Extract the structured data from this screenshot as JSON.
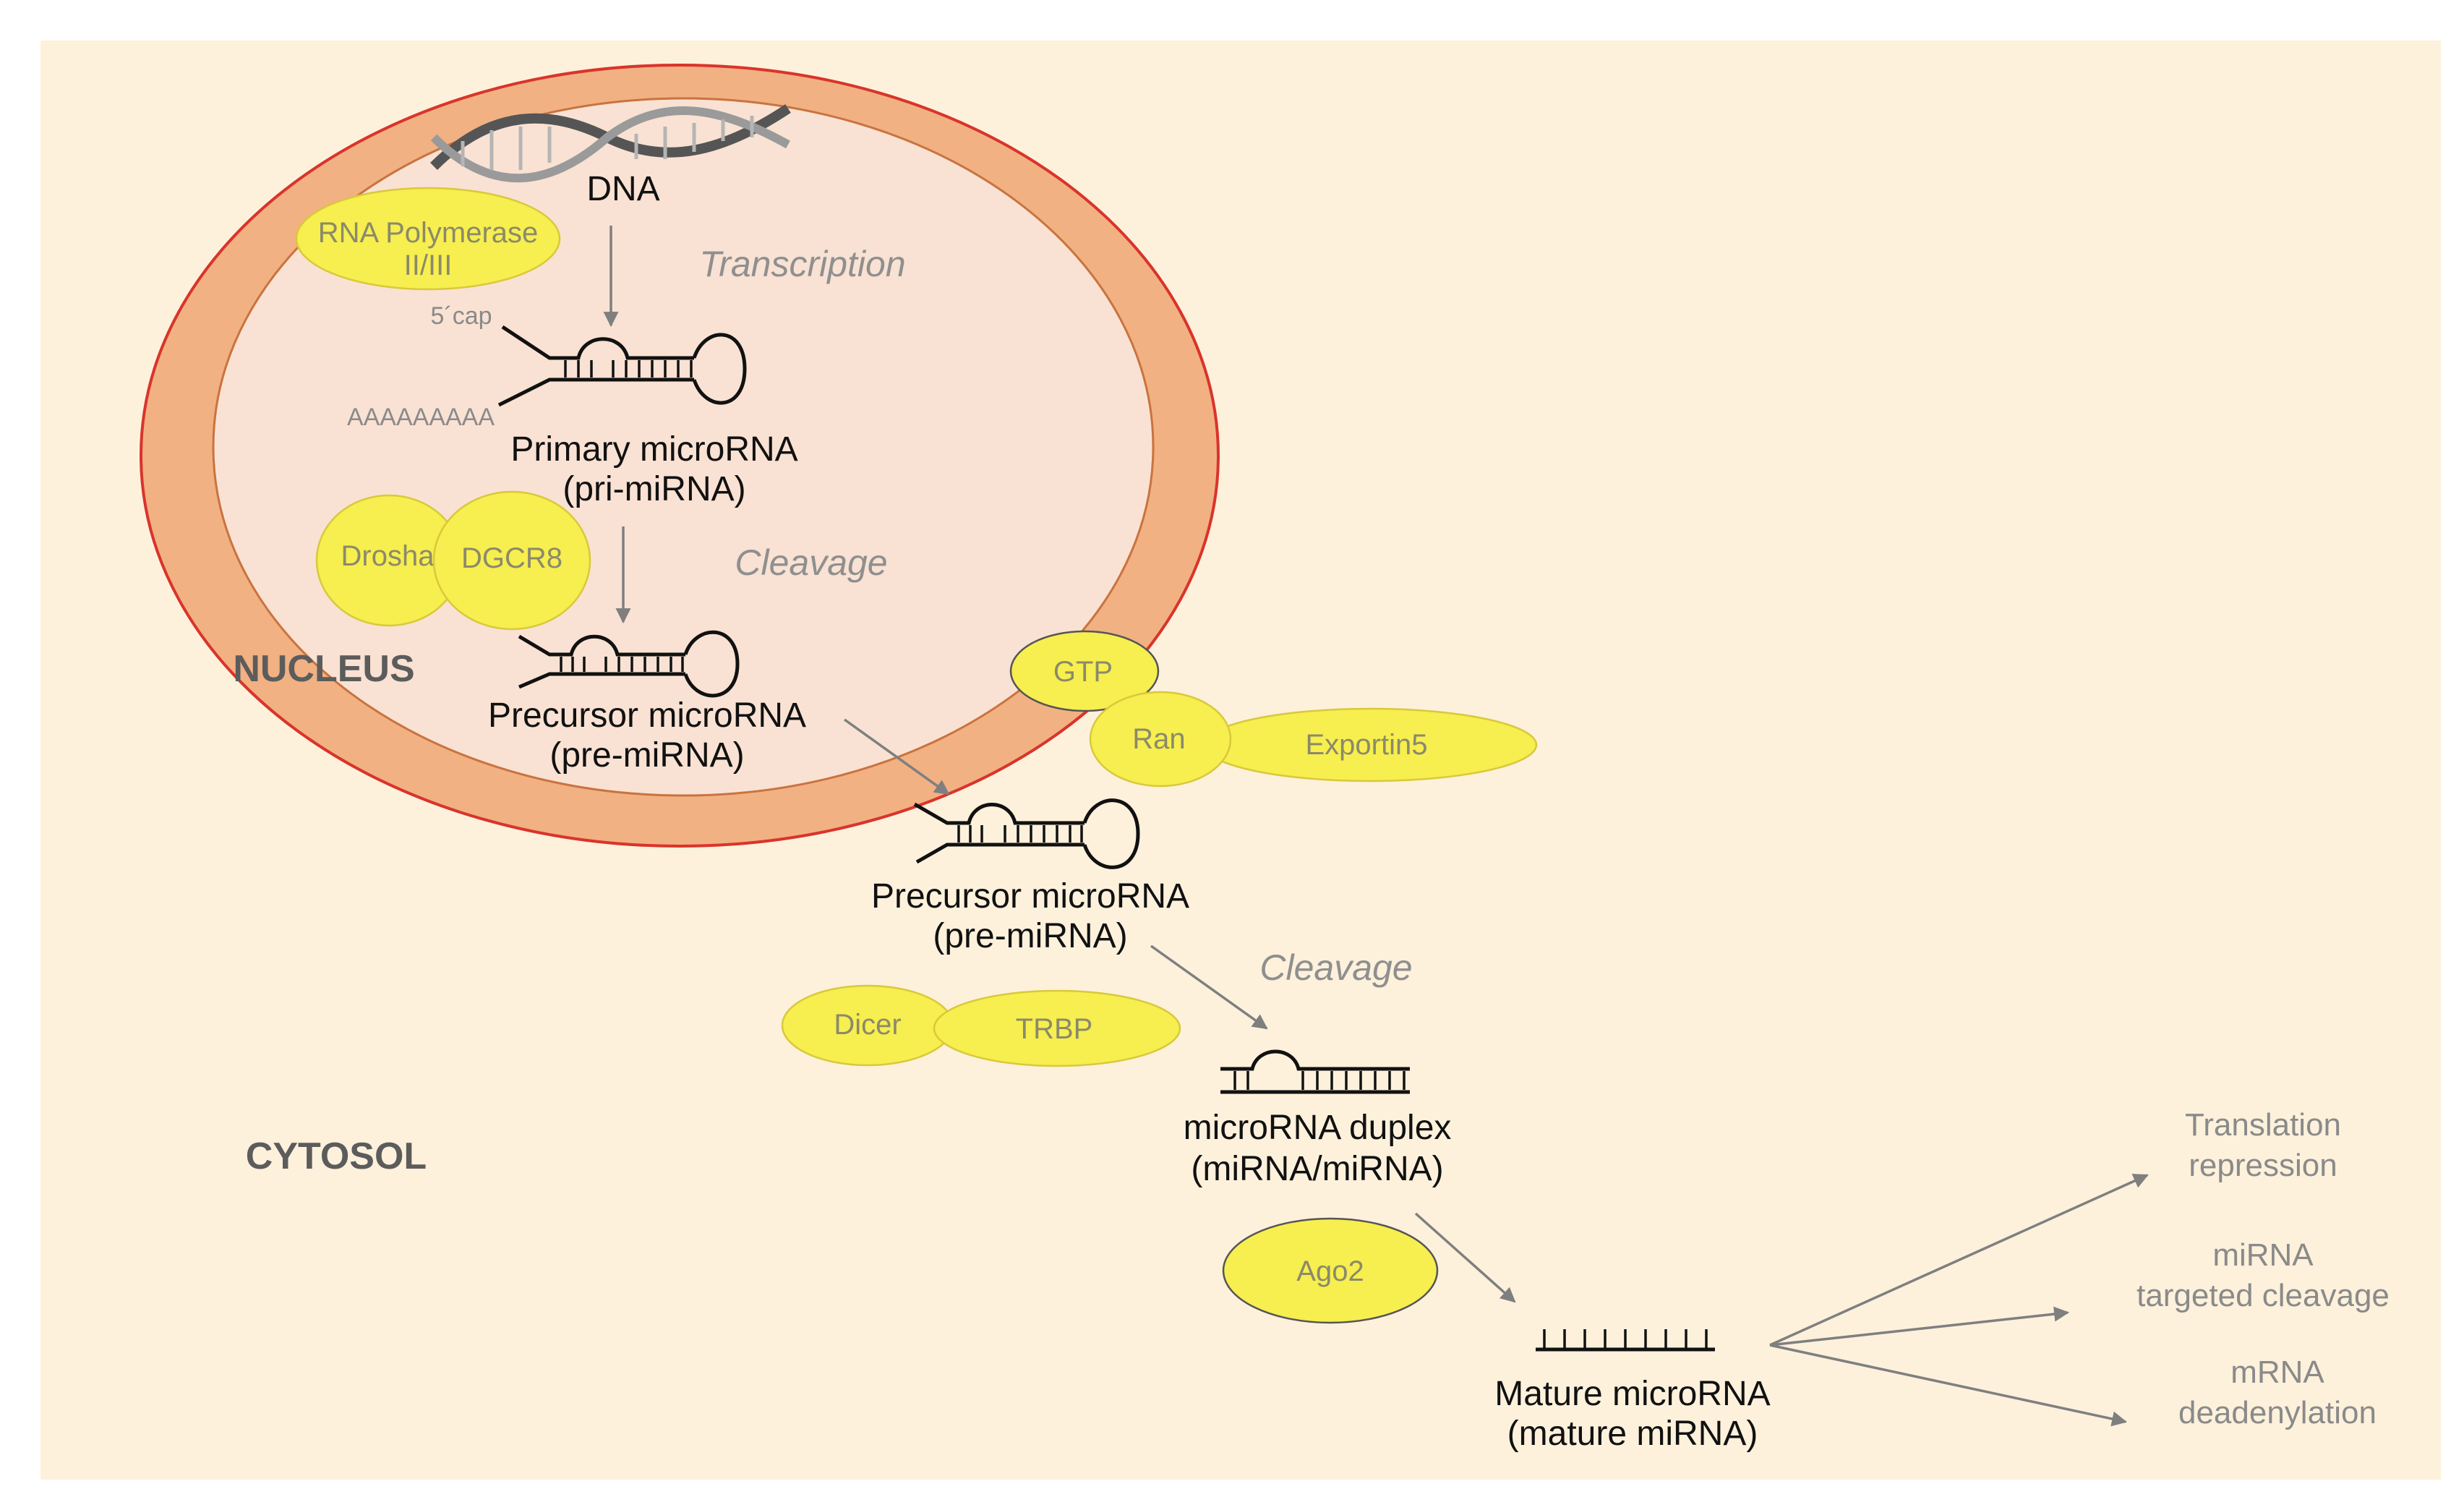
{
  "colors": {
    "cytosol_bg": "#fdf1dc",
    "nuclear_envelope": "#f1b183",
    "envelope_outline": "#d9342b",
    "nucleoplasm": "#f9e2d3",
    "enzyme_fill": "#f7ee4f",
    "arrow": "#7f7f7f"
  },
  "regions": {
    "nucleus": "NUCLEUS",
    "cytosol": "CYTOSOL"
  },
  "nucleus": {
    "dna": "DNA",
    "rna_pol_line1": "RNA Polymerase",
    "rna_pol_line2": "II/III",
    "transcription": "Transcription",
    "cap": "5´cap",
    "polya": "AAAAAAAAA",
    "pri_line1": "Primary microRNA",
    "pri_line2": "(pri-miRNA)",
    "drosha": "Drosha",
    "dgcr8": "DGCR8",
    "cleavage": "Cleavage",
    "pre_line1": "Precursor microRNA",
    "pre_line2": "(pre-miRNA)"
  },
  "export": {
    "gtp": "GTP",
    "ran": "Ran",
    "exportin5": "Exportin5"
  },
  "cytosol": {
    "pre_line1": "Precursor microRNA",
    "pre_line2": "(pre-miRNA)",
    "cleavage": "Cleavage",
    "dicer": "Dicer",
    "trbp": "TRBP",
    "duplex_line1": "microRNA duplex",
    "duplex_line2": "(miRNA/miRNA)",
    "ago2": "Ago2",
    "mature_line1": "Mature microRNA",
    "mature_line2": "(mature miRNA)"
  },
  "outcomes": [
    {
      "line1": "Translation",
      "line2": "repression"
    },
    {
      "line1": "miRNA",
      "line2": "targeted cleavage"
    },
    {
      "line1": "mRNA",
      "line2": "deadenylation"
    }
  ]
}
